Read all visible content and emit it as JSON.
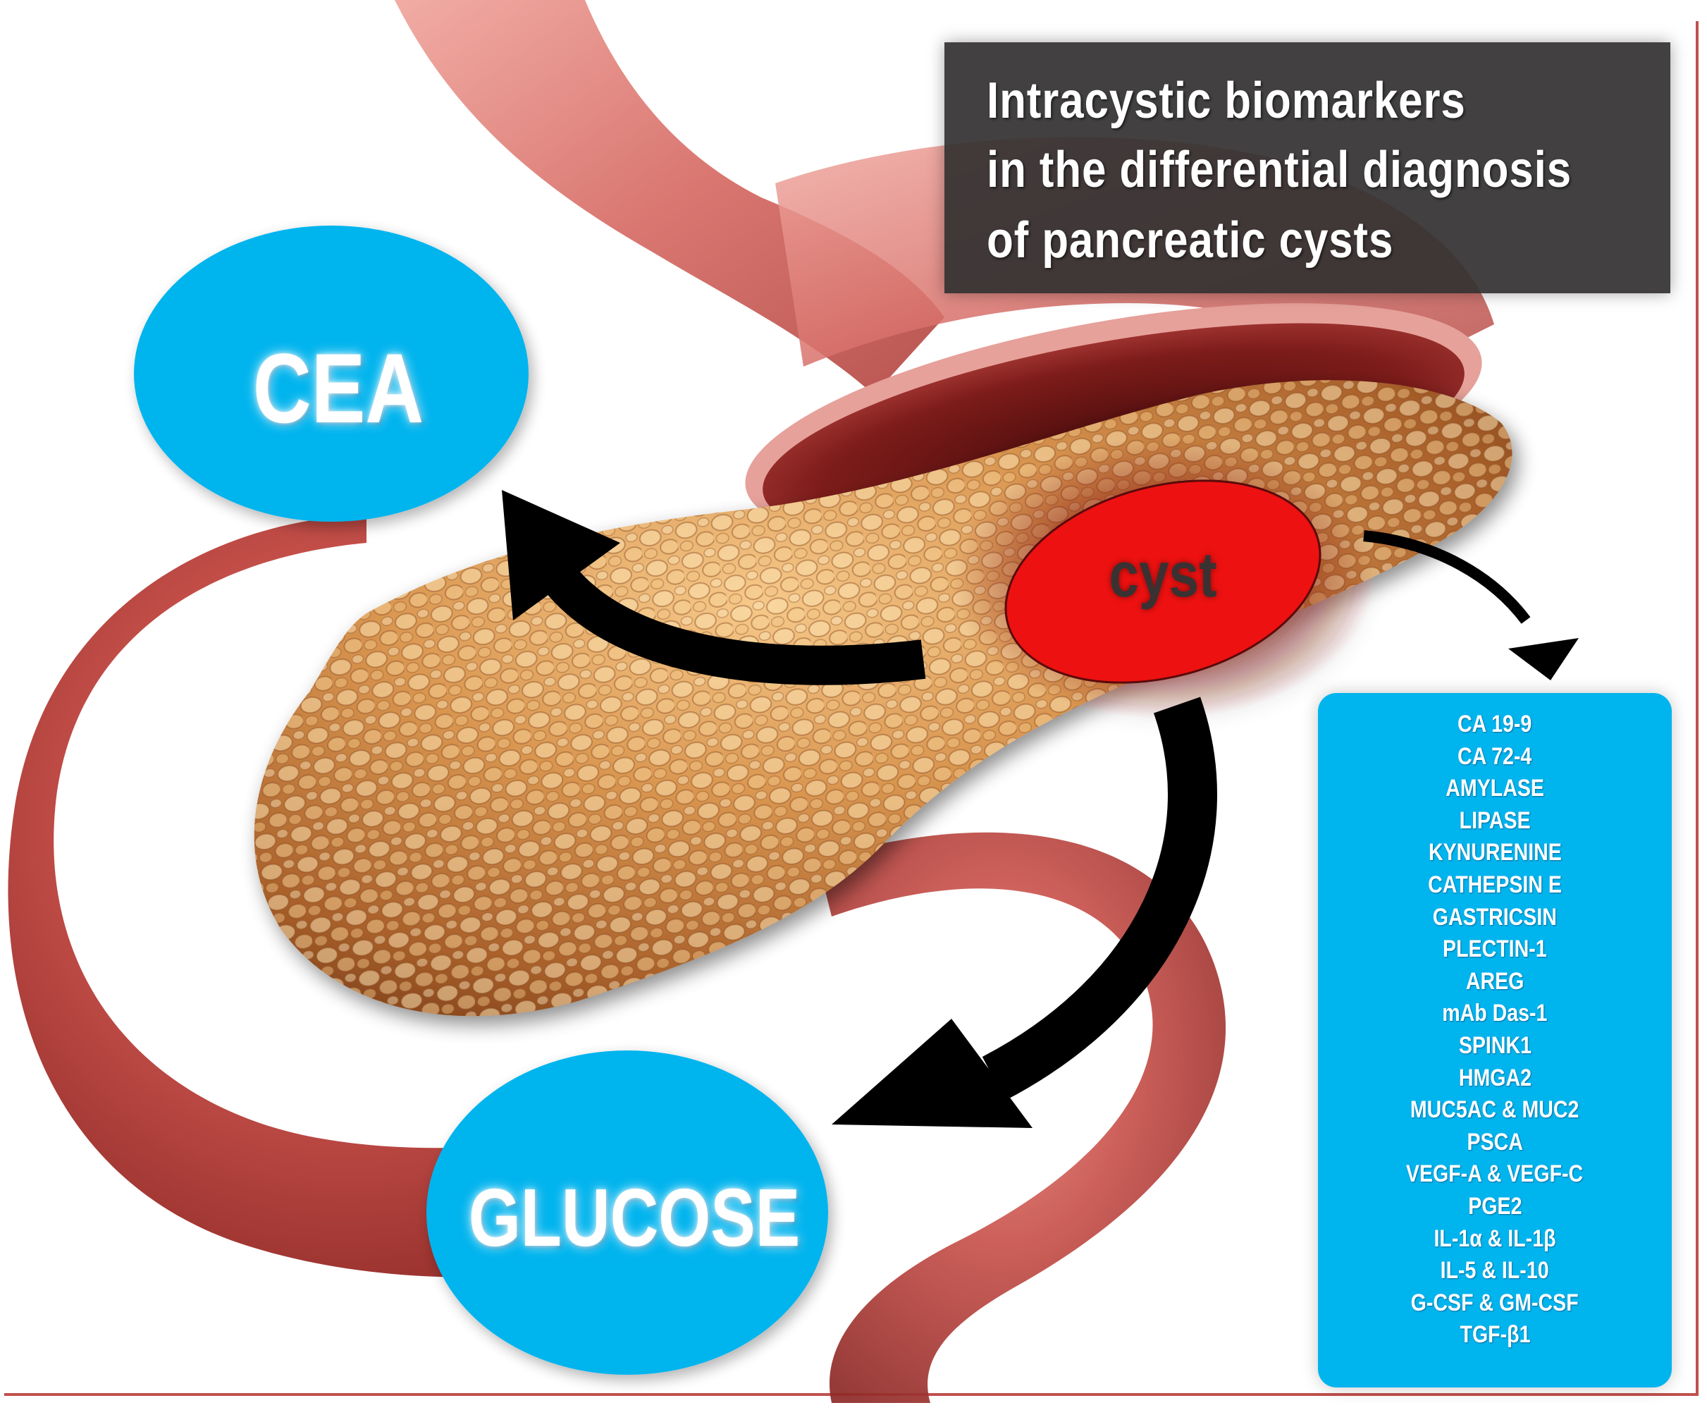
{
  "title": {
    "lines": [
      "Intracystic biomarkers",
      "in the differential diagnosis",
      "of pancreatic cysts"
    ]
  },
  "bubbles": {
    "cea": "CEA",
    "glucose": "GLUCOSE"
  },
  "cyst_label": "cyst",
  "biomarkers": [
    "CA 19-9",
    "CA 72-4",
    "AMYLASE",
    "LIPASE",
    "KYNURENINE",
    "CATHEPSIN E",
    "GASTRICSIN",
    "PLECTIN-1",
    "AREG",
    "mAb Das-1",
    "SPINK1",
    "HMGA2",
    "MUC5AC & MUC2",
    "PSCA",
    "VEGF-A & VEGF-C",
    "PGE2",
    "IL-1α & IL-1β",
    "IL-5 & IL-10",
    "G-CSF & GM-CSF",
    "TGF-β1"
  ],
  "colors": {
    "bubble": "#00b4ee",
    "cyst": "#ee1111",
    "arrow": "#000000",
    "title_bg": "#343232",
    "border": "#c0504d"
  },
  "icons": {
    "arrow_to_cea": "curved-arrow",
    "arrow_to_glucose": "curved-arrow",
    "arrow_to_panel": "curved-arrow"
  }
}
